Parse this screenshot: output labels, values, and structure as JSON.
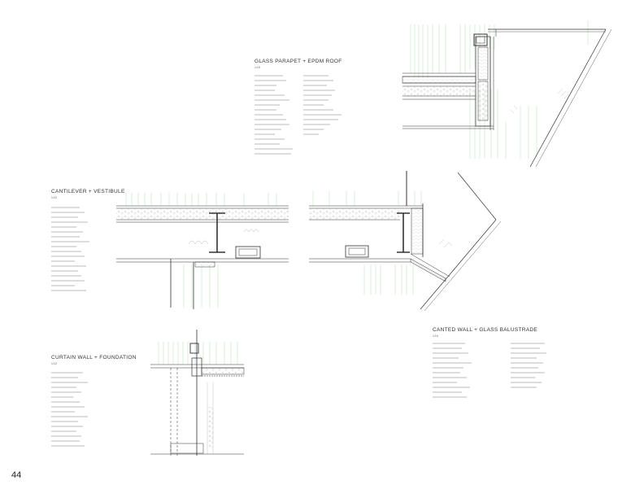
{
  "page_number": "44",
  "details": [
    {
      "id": "roof",
      "title": "GLASS PARAPET + EPDM ROOF",
      "scale": "1:10"
    },
    {
      "id": "cantilever",
      "title": "CANTILEVER + VESTIBULE",
      "scale": "1:10"
    },
    {
      "id": "curtain",
      "title": "CURTAIN WALL + FOUNDATION",
      "scale": "1:10"
    },
    {
      "id": "canted",
      "title": "CANTED WALL + GLASS BALUSTRADE",
      "scale": "1:10"
    }
  ]
}
